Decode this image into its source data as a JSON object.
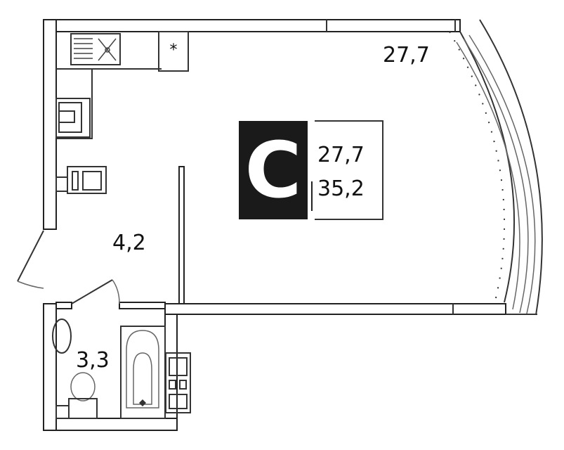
{
  "rooms": {
    "living_area": "27,7",
    "hallway_area": "4,2",
    "bathroom_area": "3,3"
  },
  "badge": {
    "letter": "C",
    "living_area": "27,7",
    "total_area": "35,2"
  },
  "colors": {
    "wall": "#222222",
    "badge_bg": "#1a1a1a",
    "badge_fg": "#ffffff"
  }
}
